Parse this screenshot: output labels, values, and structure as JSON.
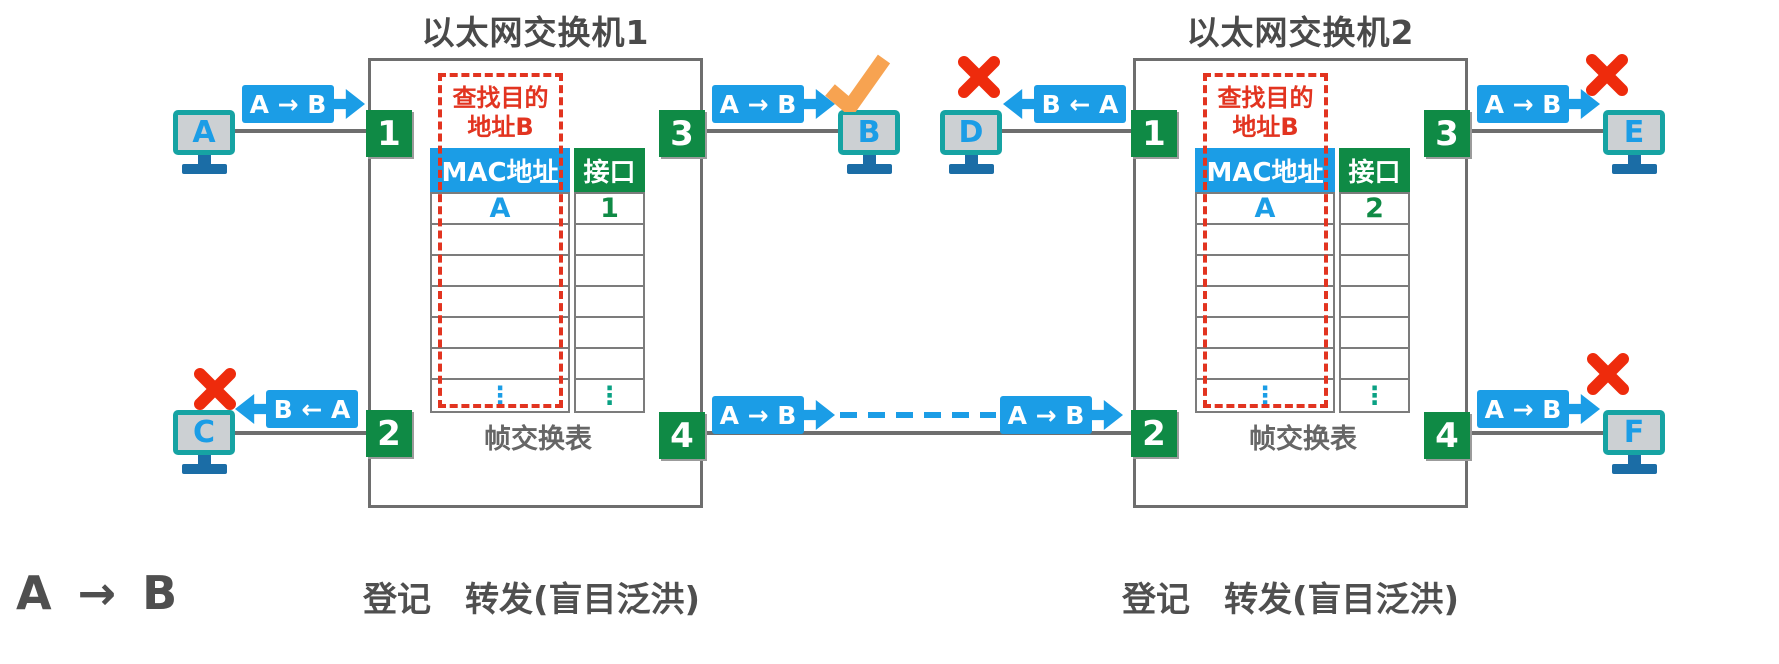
{
  "diagram": {
    "switch1": {
      "title": "以太网交换机1",
      "lookup_line1": "查找目的",
      "lookup_line2": "地址B",
      "table_caption": "帧交换表",
      "ports": {
        "p1": "1",
        "p2": "2",
        "p3": "3",
        "p4": "4"
      },
      "table": {
        "col1_header": "MAC地址",
        "col2_header": "接口",
        "rows": [
          {
            "mac": "A",
            "port": "1"
          },
          {
            "mac": "",
            "port": ""
          },
          {
            "mac": "",
            "port": ""
          },
          {
            "mac": "",
            "port": ""
          },
          {
            "mac": "",
            "port": ""
          },
          {
            "mac": "",
            "port": ""
          },
          {
            "mac": "⋮",
            "port": "⋮"
          }
        ]
      }
    },
    "switch2": {
      "title": "以太网交换机2",
      "lookup_line1": "查找目的",
      "lookup_line2": "地址B",
      "table_caption": "帧交换表",
      "ports": {
        "p1": "1",
        "p2": "2",
        "p3": "3",
        "p4": "4"
      },
      "table": {
        "col1_header": "MAC地址",
        "col2_header": "接口",
        "rows": [
          {
            "mac": "A",
            "port": "2"
          },
          {
            "mac": "",
            "port": ""
          },
          {
            "mac": "",
            "port": ""
          },
          {
            "mac": "",
            "port": ""
          },
          {
            "mac": "",
            "port": ""
          },
          {
            "mac": "",
            "port": ""
          },
          {
            "mac": "⋮",
            "port": "⋮"
          }
        ]
      }
    },
    "hosts": {
      "a": "A",
      "b": "B",
      "c": "C",
      "d": "D",
      "e": "E",
      "f": "F"
    },
    "frames": {
      "from_a": "A → B",
      "to_b": "A → B",
      "to_c": "B ← A",
      "trunk_left": "A → B",
      "trunk_right": "A → B",
      "to_d": "B ← A",
      "to_e": "A → B",
      "to_f": "A → B"
    },
    "legend": {
      "flow": "A → B",
      "sw1_register": "登记",
      "sw1_forward": "转发(盲目泛洪)",
      "sw2_register": "登记",
      "sw2_forward": "转发(盲目泛洪)"
    },
    "colors": {
      "frame_blue": "#1b9de6",
      "port_green": "#0f8a45",
      "monitor_teal": "#16a3a3",
      "stand_blue": "#1b6da6",
      "reject_red": "#ee2b0c",
      "accept_orange": "#f7a351",
      "lookup_red": "#e23420",
      "line_gray": "#6e6e6e",
      "text_gray": "#4f4f4f"
    }
  }
}
